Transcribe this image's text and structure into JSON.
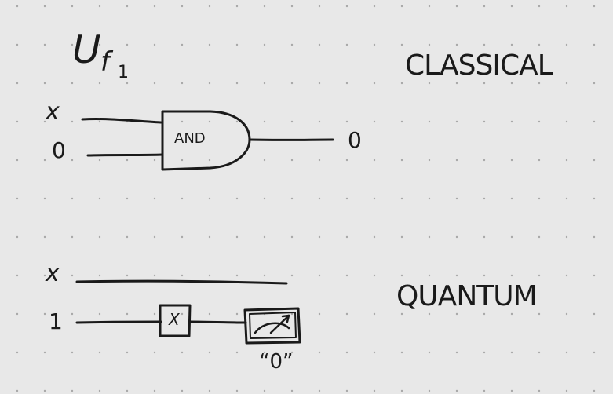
{
  "title": {
    "main": "U",
    "subscript": "f",
    "subsubscript": "1"
  },
  "sections": {
    "classical_label": "CLASSICAL",
    "quantum_label": "QUANTUM"
  },
  "classical": {
    "input_top": "x",
    "input_bottom": "0",
    "gate_label": "AND",
    "output": "0"
  },
  "quantum": {
    "input_top": "x",
    "input_bottom": "1",
    "x_gate_label": "X",
    "measurement_result": "“0”"
  },
  "colors": {
    "ink": "#1a1a1a",
    "paper": "#e8e8e8",
    "dot": "#a8a8a8"
  }
}
